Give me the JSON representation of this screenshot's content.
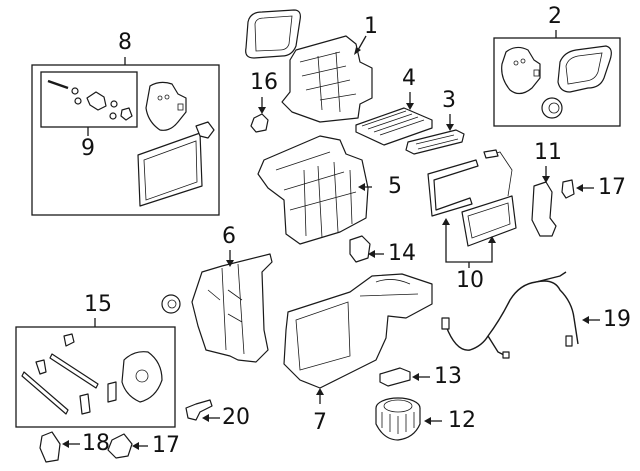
{
  "diagram": {
    "title": "",
    "colors": {
      "line": "#1a1a1a",
      "background": "#ffffff"
    },
    "callouts": [
      {
        "id": "1",
        "text": "1"
      },
      {
        "id": "2",
        "text": "2"
      },
      {
        "id": "3",
        "text": "3"
      },
      {
        "id": "4",
        "text": "4"
      },
      {
        "id": "5",
        "text": "5"
      },
      {
        "id": "6",
        "text": "6"
      },
      {
        "id": "7",
        "text": "7"
      },
      {
        "id": "8",
        "text": "8"
      },
      {
        "id": "9",
        "text": "9"
      },
      {
        "id": "10",
        "text": "10"
      },
      {
        "id": "11",
        "text": "11"
      },
      {
        "id": "12",
        "text": "12"
      },
      {
        "id": "13",
        "text": "13"
      },
      {
        "id": "14",
        "text": "14"
      },
      {
        "id": "15",
        "text": "15"
      },
      {
        "id": "16",
        "text": "16"
      },
      {
        "id": "17a",
        "text": "17"
      },
      {
        "id": "17b",
        "text": "17"
      },
      {
        "id": "18",
        "text": "18"
      },
      {
        "id": "19",
        "text": "19"
      },
      {
        "id": "20",
        "text": "20"
      }
    ],
    "groups": [
      {
        "callout": "8",
        "contains": [
          "9",
          "evaporator-core",
          "evaporator-seal"
        ]
      },
      {
        "callout": "9",
        "contains": [
          "bolt",
          "washers",
          "expansion-valve",
          "o-rings",
          "clip"
        ]
      },
      {
        "callout": "2",
        "contains": [
          "seal-plate",
          "gasket",
          "grommet"
        ]
      },
      {
        "callout": "15",
        "contains": [
          "actuator-motor",
          "links",
          "levers",
          "bolts"
        ]
      },
      {
        "callout": "10",
        "contains": [
          "heater-core",
          "heater-seal"
        ]
      }
    ]
  }
}
